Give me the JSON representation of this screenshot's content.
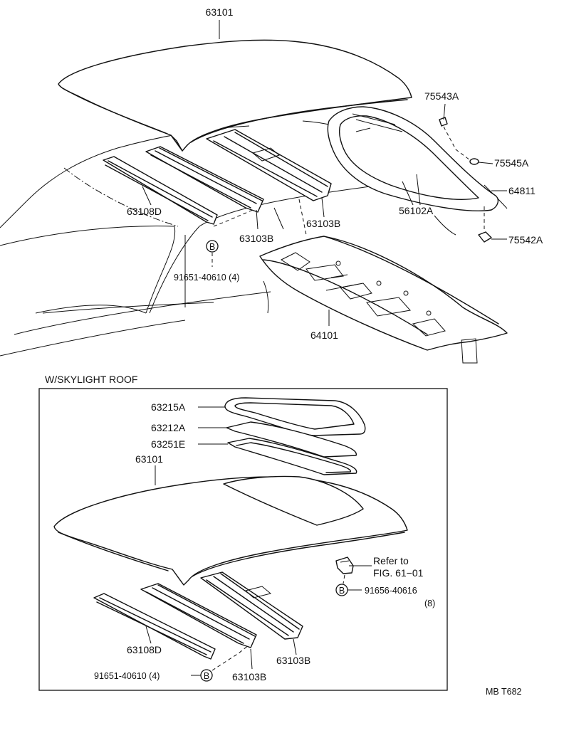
{
  "top": {
    "roof_panel": "63101",
    "clip_top": "75543A",
    "clip_mid": "75545A",
    "weatherstrip": "64811",
    "clip_bottom": "75542A",
    "rear_window_glass": "56102A",
    "side_rail": "63108D",
    "roof_bow_left": "63103B",
    "roof_bow_right": "63103B",
    "bolt_callout": "B",
    "bolt_part": "91651-40610 (4)",
    "package_tray": "64101"
  },
  "skylight": {
    "section_title": "W/SKYLIGHT ROOF",
    "glass_frame": "63215A",
    "glass": "63212A",
    "shade": "63251E",
    "roof_panel": "63101",
    "refer_line1": "Refer to",
    "refer_line2": "FIG. 61−01",
    "bolt_callout": "B",
    "bolt_part": "91656-40616",
    "bolt_qty": "(8)",
    "side_rail": "63108D",
    "roof_bow_right": "63103B",
    "bolt_callout_2": "B",
    "bolt_part_2": "91651-40610 (4)",
    "roof_bow_left": "63103B"
  },
  "footer": {
    "figure_code": "MB T682"
  }
}
